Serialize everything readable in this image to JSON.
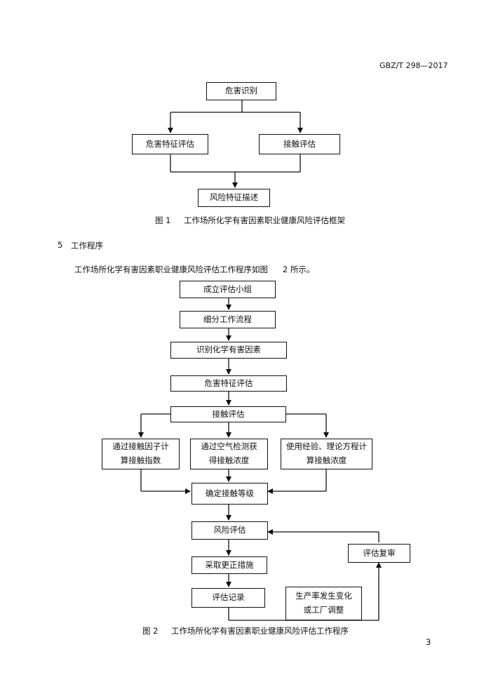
{
  "header": {
    "standard_code": "GBZ/T 298—2017"
  },
  "figure1": {
    "boxes": {
      "hazard_id": "危害识别",
      "hazard_char": "危害特征评估",
      "exposure": "接触评估",
      "risk_char": "风险特征描述"
    },
    "caption_num": "图 1",
    "caption_text": "工作场所化学有害因素职业健康风险评估框架"
  },
  "section": {
    "number": "5",
    "title": "工作程序"
  },
  "intro": {
    "text": "工作场所化学有害因素职业健康风险评估工作程序如图",
    "ref": "2 所示。"
  },
  "figure2": {
    "boxes": {
      "team": "成立评估小组",
      "workflow": "细分工作流程",
      "identify": "识别化学有害因素",
      "hazard_char": "危害特征评估",
      "exposure": "接触评估",
      "method1_l1": "通过接触因子计",
      "method1_l2": "算接触指数",
      "method2_l1": "通过空气检测获",
      "method2_l2": "得接触浓度",
      "method3_l1": "使用经验、理论方程计",
      "method3_l2": "算接触浓度",
      "level": "确定接触等级",
      "risk": "风险评估",
      "measures": "采取更正措施",
      "record": "评估记录",
      "review": "评估复审",
      "change_l1": "生产率发生变化",
      "change_l2": "或工厂调整"
    },
    "caption_num": "图 2",
    "caption_text": "工作场所化学有害因素职业健康风险评估工作程序"
  },
  "footer": {
    "page_number": "3"
  }
}
